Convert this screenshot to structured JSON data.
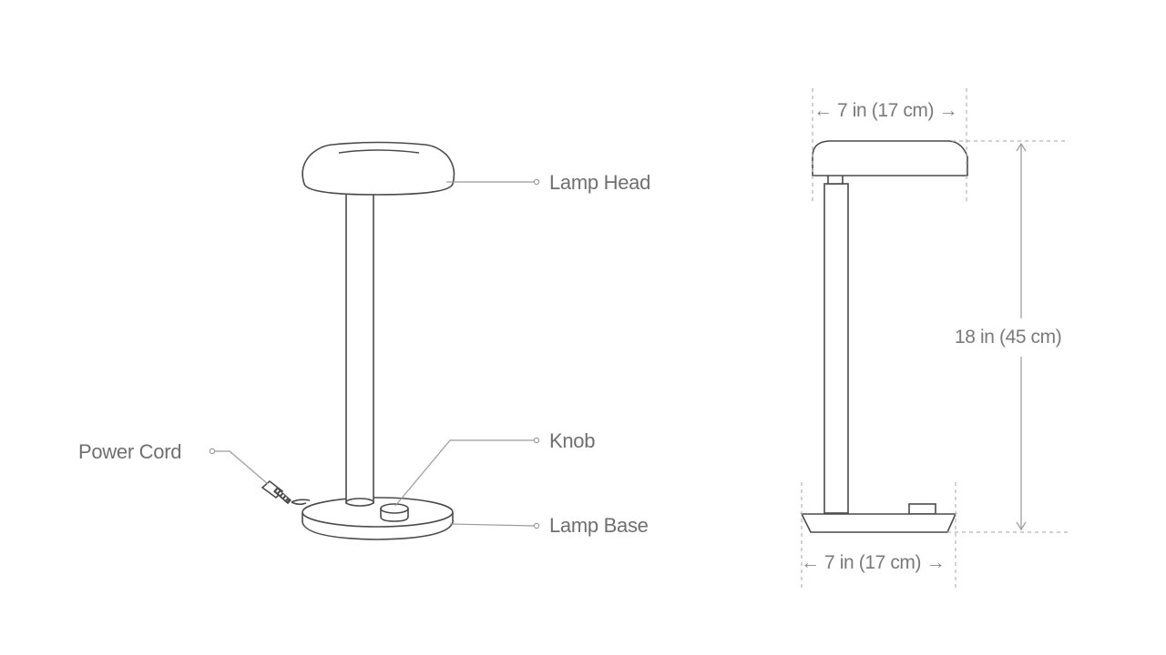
{
  "labels": {
    "lamp_head": "Lamp Head",
    "knob": "Knob",
    "lamp_base": "Lamp Base",
    "power_cord": "Power Cord"
  },
  "dimensions": {
    "head_width": "7 in (17 cm)",
    "base_width": "7 in (17 cm)",
    "height": "18 in (45 cm)",
    "arrow_left": "←",
    "arrow_right": "→"
  },
  "colors": {
    "outline": "#4a4a4a",
    "leader": "#9a9a9a",
    "dimension": "#b5b5b5",
    "text": "#6f6f6f"
  }
}
